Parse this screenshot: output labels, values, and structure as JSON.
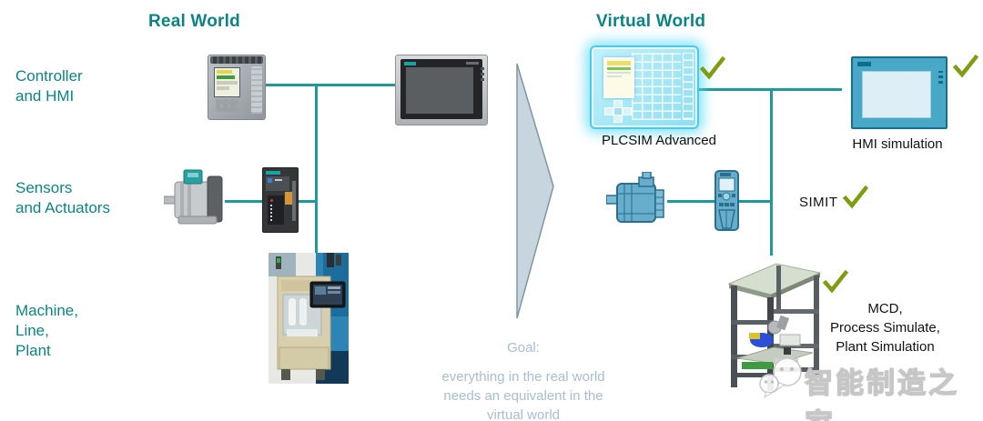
{
  "header": {
    "real_world_title": "Real World",
    "virtual_world_title": "Virtual World"
  },
  "left_labels": {
    "controller_hmi": {
      "lines": [
        "Controller",
        "and HMI"
      ]
    },
    "sensors_actuators": {
      "lines": [
        "Sensors",
        "and Actuators"
      ]
    },
    "machine_line_plant": {
      "lines": [
        "Machine,",
        "Line,",
        "Plant"
      ]
    }
  },
  "virtual_world": {
    "plcsim_label": "PLCSIM Advanced",
    "hmi_simulation_label": "HMI simulation",
    "simit_label": "SIMIT",
    "mcd_label_lines": [
      "MCD,",
      "Process Simulate,",
      "Plant Simulation"
    ]
  },
  "goal": {
    "heading": "Goal:",
    "lines": [
      "everything in the real world",
      "needs an equivalent in the",
      "virtual world"
    ]
  },
  "watermark": {
    "wechat_text": "智能制造之家"
  },
  "icons": {
    "checkmark": "check-icon",
    "wechat": "wechat-icon",
    "siemens_logo": "siemens-logo-strip"
  },
  "colors": {
    "teal_accent": "#0d8484",
    "connector_teal": "#1f9999",
    "check_green": "#7e9d10",
    "goal_text": "#a8bdd3",
    "cyan_device": "#4cc9e6",
    "arrow_fill": "#c7d5df"
  }
}
